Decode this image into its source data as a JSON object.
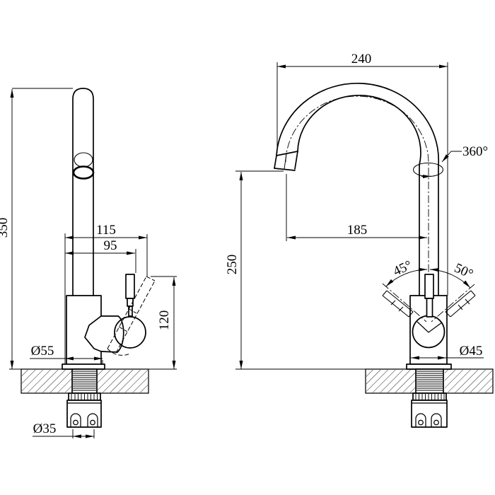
{
  "drawing": {
    "subject": "single-lever kitchen sink faucet, two orthographic views",
    "background": "#ffffff",
    "line_color": "#000000",
    "views": {
      "left": {
        "label": "side view",
        "dims": {
          "total_height": "350",
          "spout_offset_outer": "115",
          "spout_offset_inner": "95",
          "handle_height": "120",
          "base_diameter": "Ø55",
          "shank_diameter": "Ø35"
        }
      },
      "right": {
        "label": "front view",
        "dims": {
          "spout_span": "240",
          "swivel_angle": "360°",
          "spout_reach": "185",
          "outlet_height": "250",
          "handle_tilt_left": "45°",
          "handle_tilt_right": "50°",
          "body_diameter": "Ø45"
        }
      }
    }
  }
}
